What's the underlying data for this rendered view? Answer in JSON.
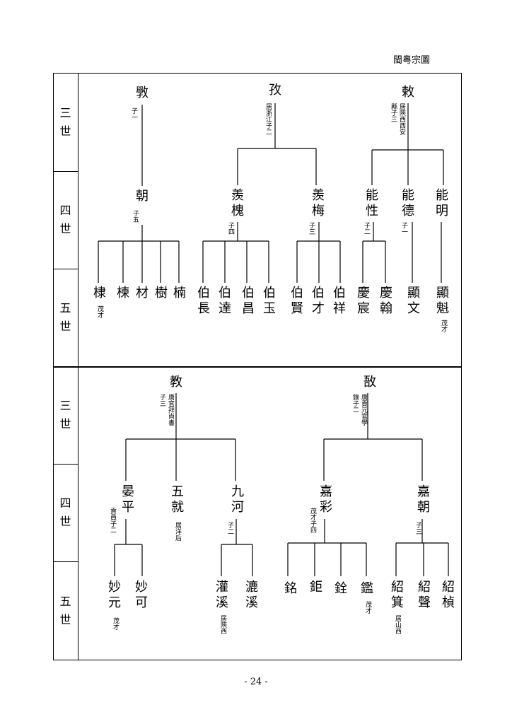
{
  "header": {
    "title": "閩粵宗圖"
  },
  "footer": {
    "page_number": "- 24 -"
  },
  "generations": {
    "third": "三世",
    "fourth": "四世",
    "fifth": "五世"
  },
  "top_section": {
    "xue": {
      "name": "斆",
      "note": "子一"
    },
    "zi": {
      "name": "孜",
      "note": "居浙江子二"
    },
    "chi": {
      "name": "敕",
      "note_right": "居陝西西安",
      "note_left": "縣子三"
    },
    "chao": {
      "name": "朝",
      "note": "子五"
    },
    "xiankui": {
      "name": "羨槐",
      "note": "子四"
    },
    "xianmei": {
      "name": "羨梅",
      "note": "子三"
    },
    "nengxing": {
      "name": "能性",
      "note": "子二"
    },
    "nengde": {
      "name": "能德",
      "note": "子一"
    },
    "nengming": {
      "name": "能明"
    },
    "gen5_chao": [
      "棣",
      "楝",
      "材",
      "樹",
      "楠"
    ],
    "di_note": "茂才",
    "gen5_kui": [
      "伯長",
      "伯達",
      "伯昌",
      "伯玉"
    ],
    "gen5_mei": [
      "伯賢",
      "伯才",
      "伯祥"
    ],
    "gen5_xing": [
      "慶宸",
      "慶翰"
    ],
    "xianwen": "顯文",
    "xiankui5": {
      "name": "顯魁",
      "note": "茂才"
    }
  },
  "bottom_section": {
    "jiao": {
      "name": "教",
      "note_right": "唐官拜尚書",
      "note_left": "子三"
    },
    "di": {
      "name": "敔",
      "note_right": "唐貢元官學",
      "note_left": "錄子二"
    },
    "yanping": {
      "name": "晏平",
      "note": "貢員子二"
    },
    "wujiu": {
      "name": "五就",
      "note": "居洋后"
    },
    "jiuhe": {
      "name": "九河",
      "note": "子二"
    },
    "jiacai": {
      "name": "嘉彩",
      "note": "茂才子四"
    },
    "jiachao": {
      "name": "嘉朝",
      "note": "子三"
    },
    "miaoyuan": {
      "name": "妙元",
      "note": "茂才"
    },
    "miaoke": "妙可",
    "guanxi": {
      "name": "灌溪",
      "note": "居陝西"
    },
    "luxi": "漉溪",
    "gen5_cai": [
      "銘",
      "鉅",
      "銓",
      "鑑"
    ],
    "jian_note": "茂才",
    "shaoji": {
      "name": "紹箕",
      "note": "居山西"
    },
    "shaosheng": "紹聲",
    "shaozhen": "紹楨"
  }
}
